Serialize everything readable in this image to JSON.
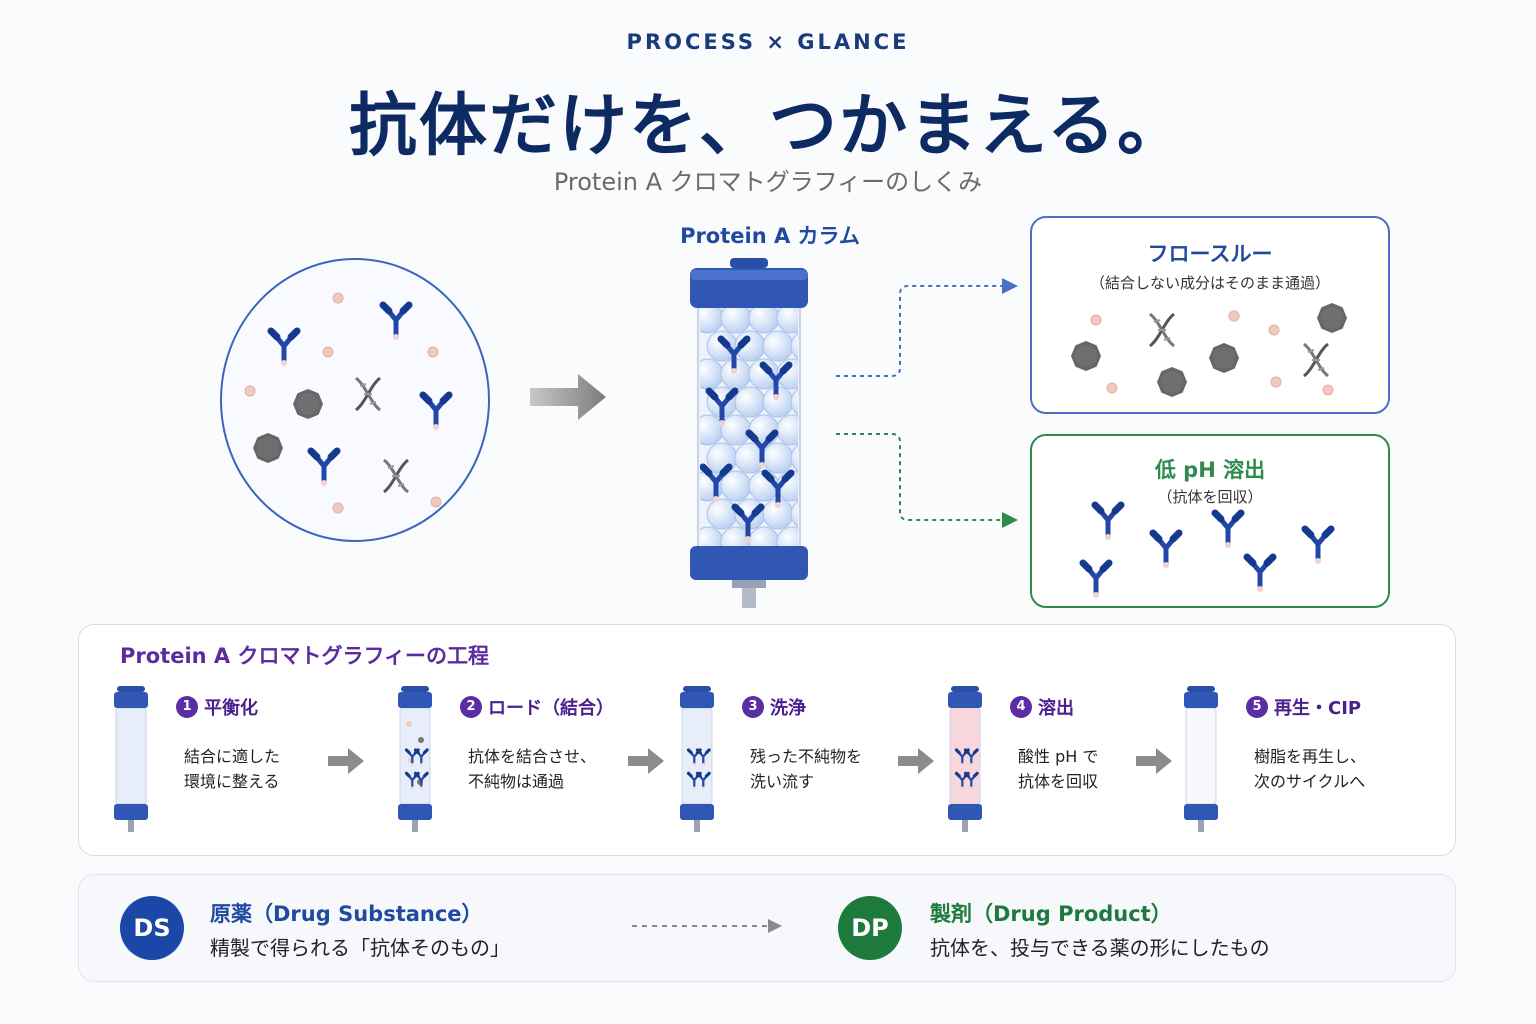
{
  "header": {
    "eyebrow": "PROCESS × GLANCE",
    "title": "抗体だけを、つかまえる。",
    "subtitle": "Protein A クロマトグラフィーのしくみ"
  },
  "column": {
    "label": "Protein A カラム"
  },
  "flow_through": {
    "title": "フロースルー",
    "subtitle": "（結合しない成分はそのまま通過）"
  },
  "elution": {
    "title": "低 pH 溶出",
    "subtitle": "（抗体を回収）"
  },
  "process": {
    "title": "Protein A クロマトグラフィーの工程",
    "steps": [
      {
        "num": "1",
        "name": "平衡化",
        "line1": "結合に適した",
        "line2": "環境に整える"
      },
      {
        "num": "2",
        "name": "ロード（結合）",
        "line1": "抗体を結合させ、",
        "line2": "不純物は通過"
      },
      {
        "num": "3",
        "name": "洗浄",
        "line1": "残った不純物を",
        "line2": "洗い流す"
      },
      {
        "num": "4",
        "name": "溶出",
        "line1": "酸性 pH で",
        "line2": "抗体を回収"
      },
      {
        "num": "5",
        "name": "再生・CIP",
        "line1": "樹脂を再生し、",
        "line2": "次のサイクルへ"
      }
    ]
  },
  "bottom": {
    "ds": {
      "badge": "DS",
      "title": "原薬（Drug Substance）",
      "desc": "精製で得られる「抗体そのもの」"
    },
    "dp": {
      "badge": "DP",
      "title": "製剤（Drug Product）",
      "desc": "抗体を、投与できる薬の形にしたもの"
    }
  },
  "colors": {
    "navy": "#0e2a63",
    "blue": "#1f4aa0",
    "antibody": "#2347a8",
    "green": "#2f8a4f",
    "purple": "#5b2ea6",
    "ds_badge": "#1b48a6",
    "dp_badge": "#1e7a3c"
  },
  "icons": [
    "antibody-icon",
    "dna-icon",
    "impurity-particle-icon",
    "protein-sphere-icon",
    "arrow-right-icon",
    "column-icon"
  ]
}
